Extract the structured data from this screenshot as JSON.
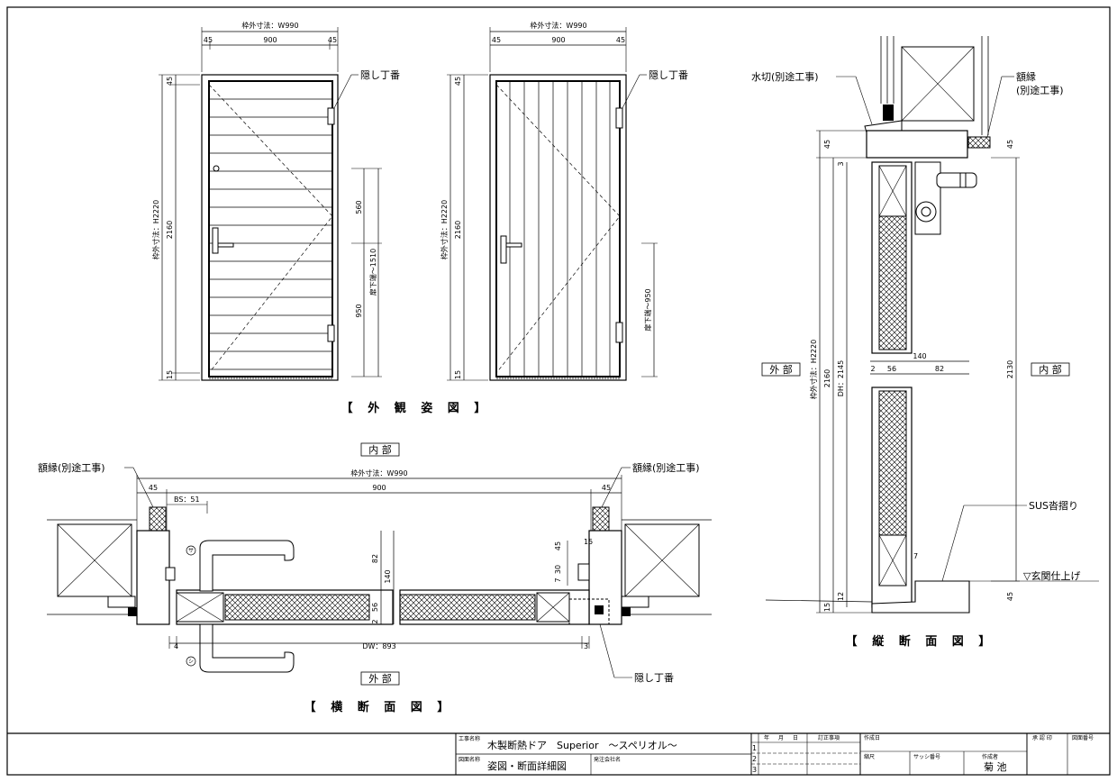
{
  "views": {
    "exterior": {
      "title": "【 外 観 姿 図 】",
      "frame_width": "枠外寸法：W990",
      "frame_height": "枠外寸法：H2220",
      "width_parts": [
        "45",
        "900",
        "45"
      ],
      "height_2160": "2160",
      "top_45": "45",
      "bottom_15": "15",
      "hinge_label": "隠し丁番",
      "dim_560": "560",
      "dim_950": "950",
      "dim_1510": "扉下端～1510",
      "dim_950b": "扉下端～950"
    },
    "section_h": {
      "title": "【 横 断 面 図 】",
      "inside": "内 部",
      "outside": "外 部",
      "frame_width": "枠外寸法：W990",
      "width_parts": [
        "45",
        "900",
        "45"
      ],
      "bs": "BS：51",
      "dw": "DW：893",
      "trim_left": "額縁(別途工事)",
      "trim_right": "額縁(別途工事)",
      "hinge_label": "隠し丁番",
      "right_dims": [
        "82",
        "140",
        "56",
        "2"
      ],
      "small_dims": [
        "45",
        "15",
        "30",
        "7"
      ],
      "left_4": "4",
      "right_3": "3",
      "mark_sa": "サ",
      "mark_shi": "シ"
    },
    "section_v": {
      "title": "【 縦 断 面 図 】",
      "outside": "外 部",
      "inside": "内 部",
      "mizukiri": "水切(別途工事)",
      "trim": "額縁\n(別途工事)",
      "trim_l1": "額縁",
      "trim_l2": "(別途工事)",
      "sus": "SUS沓摺り",
      "floor": "▽玄関仕上げ",
      "frame_height": "枠外寸法：H2220",
      "dh": "DH：2145",
      "h2160": "2160",
      "h2130": "2130",
      "top45": "45",
      "top45r": "45",
      "bot45": "45",
      "bot15": "15",
      "dim140": "140",
      "d2": "2",
      "d56": "56",
      "d82": "82",
      "d3": "3",
      "d12": "12",
      "d7": "7"
    }
  },
  "title_block": {
    "project_label": "工事名称",
    "project": "木製断熱ドア　Superior　～スペリオル～",
    "drawing_label": "図面名称",
    "drawing": "姿図・断面詳細図",
    "client_label": "発注会社名",
    "rev_headers": [
      "年",
      "月",
      "日",
      "訂正事項"
    ],
    "rev_rows": [
      "1",
      "2",
      "3"
    ],
    "created_date": "作成日",
    "scale": "縮尺",
    "sash_no": "サッシ番号",
    "author_label": "作成者",
    "author": "菊 池",
    "approval": "承 認 印",
    "drawing_no": "図面番号"
  }
}
